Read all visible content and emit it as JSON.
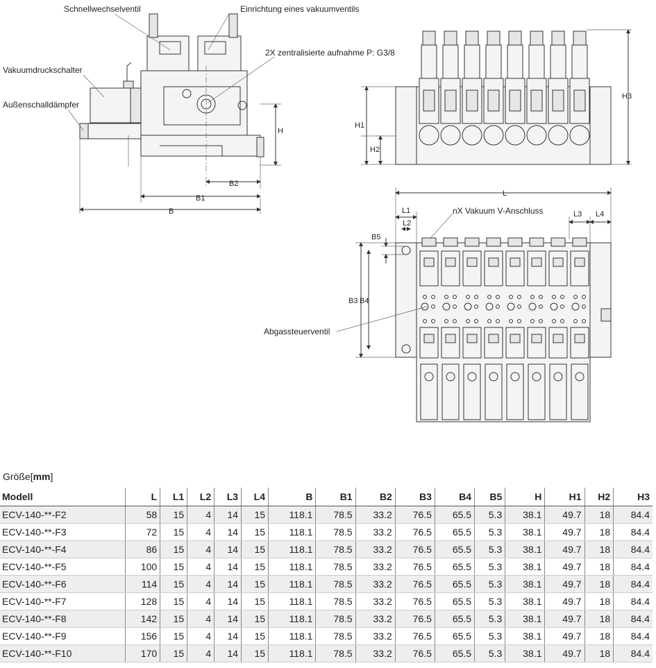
{
  "labels": {
    "schnellwechselventil": "Schnellwechselventil",
    "vakuumventil": "Einrichtung eines vakuumventils",
    "aufnahme": "2X zentralisierte aufnahme P: G3/8",
    "druckschalter": "Vakuumdruckschalter",
    "daempfer": "Außenschalldämpfer",
    "anschluss": "nX Vakuum V-Anschluss",
    "abgas": "Abgassteuerventil"
  },
  "dims": {
    "H": "H",
    "B2": "B2",
    "B1": "B1",
    "B": "B",
    "H1": "H1",
    "H2": "H2",
    "H3": "H3",
    "L": "L",
    "L1": "L1",
    "L2": "L2",
    "L3": "L3",
    "L4": "L4",
    "B3": "B3",
    "B4": "B4",
    "B5": "B5"
  },
  "size": {
    "label": "Größe",
    "unit": "mm"
  },
  "table": {
    "headers": [
      "Modell",
      "L",
      "L1",
      "L2",
      "L3",
      "L4",
      "B",
      "B1",
      "B2",
      "B3",
      "B4",
      "B5",
      "H",
      "H1",
      "H2",
      "H3"
    ],
    "rows": [
      [
        "ECV-140-**-F2",
        "58",
        "15",
        "4",
        "14",
        "15",
        "118.1",
        "78.5",
        "33.2",
        "76.5",
        "65.5",
        "5.3",
        "38.1",
        "49.7",
        "18",
        "84.4"
      ],
      [
        "ECV-140-**-F3",
        "72",
        "15",
        "4",
        "14",
        "15",
        "118.1",
        "78.5",
        "33.2",
        "76.5",
        "65.5",
        "5.3",
        "38.1",
        "49.7",
        "18",
        "84.4"
      ],
      [
        "ECV-140-**-F4",
        "86",
        "15",
        "4",
        "14",
        "15",
        "118.1",
        "78.5",
        "33.2",
        "76.5",
        "65.5",
        "5.3",
        "38.1",
        "49.7",
        "18",
        "84.4"
      ],
      [
        "ECV-140-**-F5",
        "100",
        "15",
        "4",
        "14",
        "15",
        "118.1",
        "78.5",
        "33.2",
        "76.5",
        "65.5",
        "5.3",
        "38.1",
        "49.7",
        "18",
        "84.4"
      ],
      [
        "ECV-140-**-F6",
        "114",
        "15",
        "4",
        "14",
        "15",
        "118.1",
        "78.5",
        "33.2",
        "76.5",
        "65.5",
        "5.3",
        "38.1",
        "49.7",
        "18",
        "84.4"
      ],
      [
        "ECV-140-**-F7",
        "128",
        "15",
        "4",
        "14",
        "15",
        "118.1",
        "78.5",
        "33.2",
        "76.5",
        "65.5",
        "5.3",
        "38.1",
        "49.7",
        "18",
        "84.4"
      ],
      [
        "ECV-140-**-F8",
        "142",
        "15",
        "4",
        "14",
        "15",
        "118.1",
        "78.5",
        "33.2",
        "76.5",
        "65.5",
        "5.3",
        "38.1",
        "49.7",
        "18",
        "84.4"
      ],
      [
        "ECV-140-**-F9",
        "156",
        "15",
        "4",
        "14",
        "15",
        "118.1",
        "78.5",
        "33.2",
        "76.5",
        "65.5",
        "5.3",
        "38.1",
        "49.7",
        "18",
        "84.4"
      ],
      [
        "ECV-140-**-F10",
        "170",
        "15",
        "4",
        "14",
        "15",
        "118.1",
        "78.5",
        "33.2",
        "76.5",
        "65.5",
        "5.3",
        "38.1",
        "49.7",
        "18",
        "84.4"
      ]
    ]
  }
}
